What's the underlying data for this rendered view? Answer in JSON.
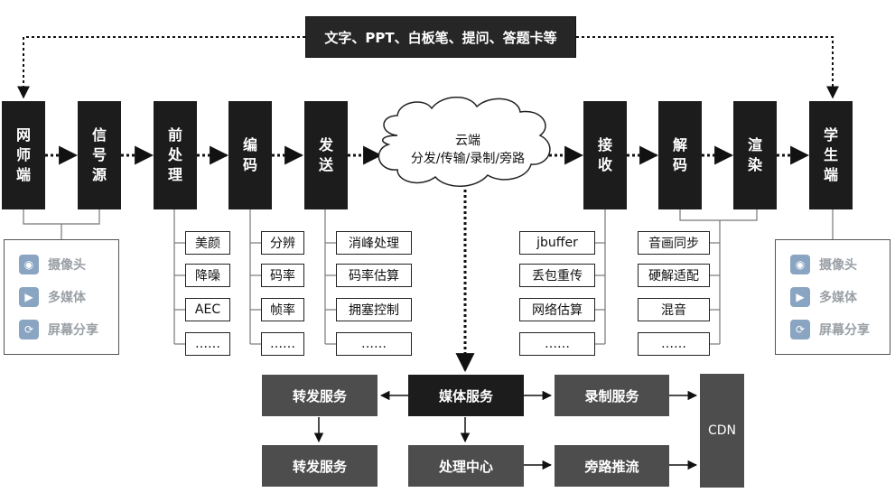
{
  "top_banner": "文字、PPT、白板笔、提问、答题卡等",
  "stages": [
    {
      "id": "teacher",
      "label": [
        "网",
        "师",
        "端"
      ]
    },
    {
      "id": "signal",
      "label": [
        "信",
        "号",
        "源"
      ]
    },
    {
      "id": "preprocess",
      "label": [
        "前",
        "处",
        "理"
      ]
    },
    {
      "id": "encode",
      "label": [
        "编",
        "码"
      ]
    },
    {
      "id": "send",
      "label": [
        "发",
        "送"
      ]
    },
    {
      "id": "receive",
      "label": [
        "接",
        "收"
      ]
    },
    {
      "id": "decode",
      "label": [
        "解",
        "码"
      ]
    },
    {
      "id": "render",
      "label": [
        "渲",
        "染"
      ]
    },
    {
      "id": "student",
      "label": [
        "学",
        "生",
        "端"
      ]
    }
  ],
  "cloud": {
    "line1": "云端",
    "line2": "分发/传输/录制/旁路"
  },
  "details": {
    "preprocess": [
      "美颜",
      "降噪",
      "AEC",
      "……"
    ],
    "encode": [
      "分辨",
      "码率",
      "帧率",
      "……"
    ],
    "send": [
      "消峰处理",
      "码率估算",
      "拥塞控制",
      "……"
    ],
    "receive": [
      "jbuffer",
      "丢包重传",
      "网络估算",
      "……"
    ],
    "decode": [
      "音画同步",
      "硬解适配",
      "混音",
      "……"
    ]
  },
  "source_panels": {
    "left": [
      {
        "icon": "camera-icon",
        "glyph": "◉",
        "label": "摄像头"
      },
      {
        "icon": "media-icon",
        "glyph": "▶",
        "label": "多媒体"
      },
      {
        "icon": "screen-share-icon",
        "glyph": "⟳",
        "label": "屏幕分享"
      }
    ],
    "right": [
      {
        "icon": "camera-icon",
        "glyph": "◉",
        "label": "摄像头"
      },
      {
        "icon": "media-icon",
        "glyph": "▶",
        "label": "多媒体"
      },
      {
        "icon": "screen-share-icon",
        "glyph": "⟳",
        "label": "屏幕分享"
      }
    ]
  },
  "services": {
    "forward_top": "转发服务",
    "media": "媒体服务",
    "record": "录制服务",
    "forward_bottom": "转发服务",
    "process_center": "处理中心",
    "bypass": "旁路推流",
    "cdn": "CDN"
  }
}
